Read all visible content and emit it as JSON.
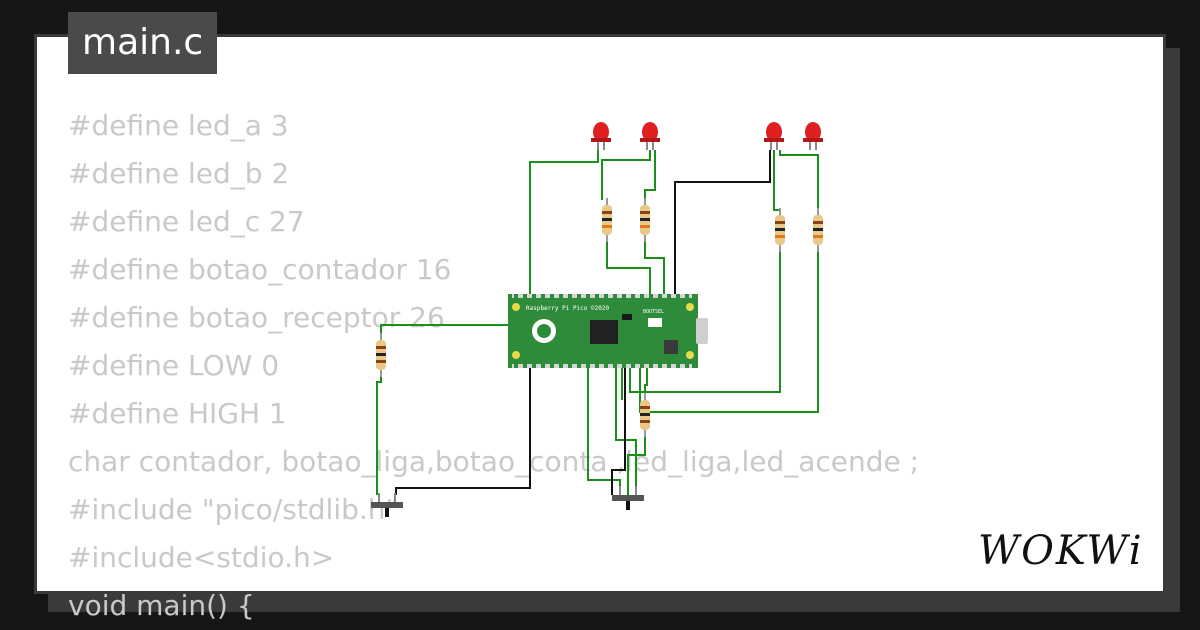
{
  "file_tab": {
    "label": "main.c"
  },
  "code_lines": [
    "#define led_a 3",
    "#define led_b 2",
    "#define led_c 27",
    "#define botao_contador 16",
    "#define botao_receptor 26",
    "#define LOW 0",
    "#define HIGH 1",
    "char contador, botao_liga,botao_conta ,led_liga,led_acende ;",
    "#include \"pico/stdlib.h\"",
    "#include<stdio.h>",
    "void main() {"
  ],
  "board": {
    "silkscreen": "Raspberry Pi Pico ©2020",
    "bootsel_label": "BOOTSEL"
  },
  "brand": {
    "logo_text": "WOKWi"
  },
  "colors": {
    "wire_green": "#1a8f1a",
    "wire_black": "#111111",
    "board_green": "#2e8b3a",
    "led_red": "#e02020",
    "code_gray": "#c9c9c9"
  }
}
